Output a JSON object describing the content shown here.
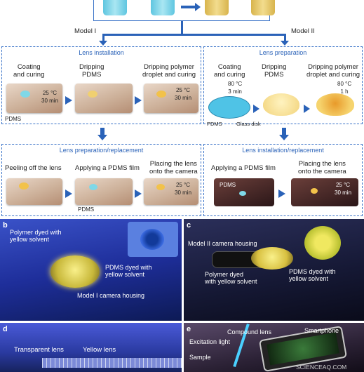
{
  "top": {
    "model1": "Model I",
    "model2": "Model II"
  },
  "box1": {
    "title": "Lens installation",
    "steps": [
      "Coating\nand curing",
      "Dripping\nPDMS",
      "Dripping polymer\ndroplet and curing"
    ],
    "temp1": "25 °C",
    "time1": "30 min",
    "temp3": "25 °C",
    "time3": "30 min",
    "pdms": "PDMS"
  },
  "box2": {
    "title": "Lens preparation",
    "steps": [
      "Coating\nand curing",
      "Dripping\nPDMS",
      "Dripping polymer\ndroplet and curing"
    ],
    "cond1": "80 °C\n3 min",
    "cond3": "80 °C\n1 h",
    "pdms": "PDMS",
    "glass": "Glass disk"
  },
  "box3": {
    "title": "Lens preparation/replacement",
    "steps": [
      "Peeling off the lens",
      "Applying a PDMS film",
      "Placing the lens\nonto the camera"
    ],
    "pdms": "PDMS",
    "temp": "25 °C",
    "time": "30 min"
  },
  "box4": {
    "title": "Lens installation/replacement",
    "steps": [
      "Applying a PDMS film",
      "Placing the lens\nonto the camera"
    ],
    "pdms": "PDMS",
    "temp": "25 °C",
    "time": "30 min"
  },
  "panel_b": {
    "label": "b",
    "t1": "Polymer dyed with\nyellow solvent",
    "t2": "PDMS dyed with\nyellow solvent",
    "t3": "Model I camera housing"
  },
  "panel_c": {
    "label": "c",
    "t1": "Model II camera housing",
    "t2": "Polymer dyed\nwith yellow solvent",
    "t3": "PDMS dyed with\nyellow solvent"
  },
  "panel_d": {
    "label": "d",
    "t1": "Transparent lens",
    "t2": "Yellow lens"
  },
  "panel_e": {
    "label": "e",
    "t1": "Compound lens",
    "t2": "Smartphone",
    "t3": "Excitation light",
    "t4": "Sample"
  },
  "watermark": "SCIENCEAQ.COM",
  "colors": {
    "frame": "#3a73c8",
    "arrow": "#2a62b8",
    "bg_photo": "#0d1a55"
  }
}
